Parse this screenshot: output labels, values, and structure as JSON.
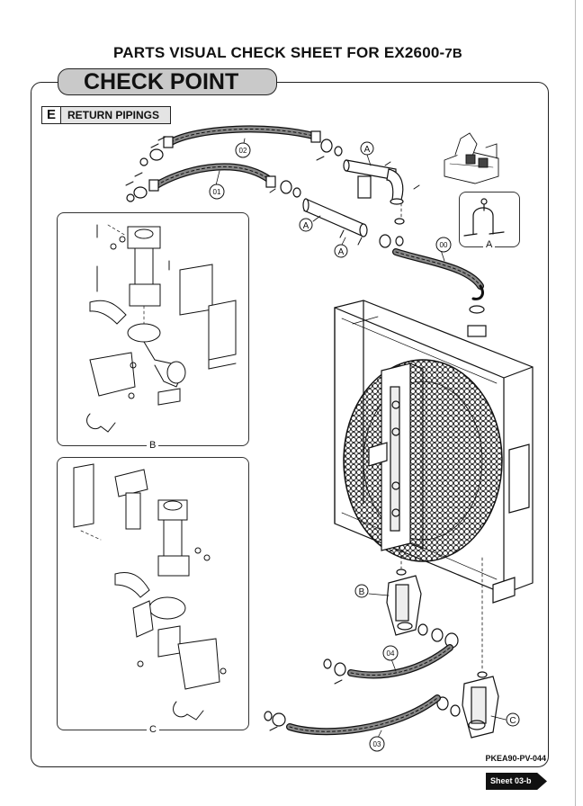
{
  "header": {
    "title_main": "PARTS VISUAL CHECK SHEET FOR EX2600-",
    "title_suffix": "7B"
  },
  "section": {
    "tab_label": "CHECK POINT",
    "letter": "E",
    "name": "RETURN PIPINGS"
  },
  "callouts": {
    "hose_02": "02",
    "hose_01": "01",
    "hose_00": "00",
    "hose_04": "04",
    "hose_03": "03",
    "ref_a": "A",
    "ref_b": "B",
    "ref_c": "C"
  },
  "insets": {
    "detail_a": "A",
    "detail_b": "B",
    "detail_c": "C"
  },
  "footer": {
    "doc_code": "PKEA90-PV-044",
    "sheet_label": "Sheet 03-b"
  }
}
